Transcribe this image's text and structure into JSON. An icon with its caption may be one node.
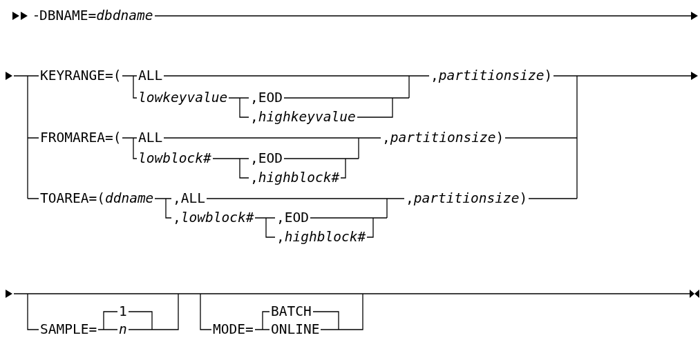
{
  "diagram": {
    "labels": [
      "DBNAME=*dbdname*",
      "KEYRANGE=(",
      "ALL",
      ",*partitionsize*)",
      "lowkeyvalue",
      ",EOD",
      ",*highkeyvalue*",
      "FROMAREA=(",
      "ALL",
      ",*partitionsize*)",
      "lowblock#",
      ",EOD",
      ",*highblock#*",
      "TOAREA=(*ddname*",
      ",ALL",
      ",*partitionsize*)",
      ",*lowblock#*",
      ",EOD",
      ",*highblock#*",
      "1",
      "BATCH",
      "SAMPLE=",
      "n",
      "MODE=",
      "ONLINE"
    ]
  }
}
